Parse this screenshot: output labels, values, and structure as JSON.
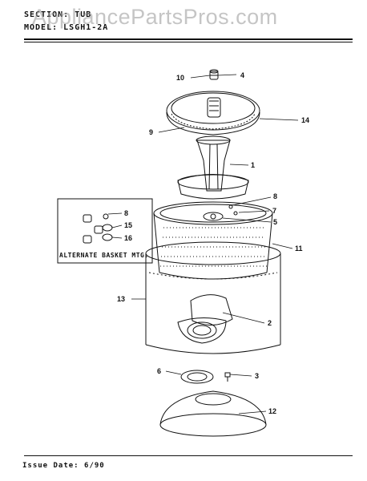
{
  "header": {
    "section_label": "SECTION:",
    "section_value": "TUB",
    "model_label": "MODEL:",
    "model_value": "LSGH1-2A",
    "watermark": "AppliancePartsPros.com"
  },
  "diagram": {
    "callouts": [
      "1",
      "2",
      "3",
      "4",
      "5",
      "6",
      "7",
      "8",
      "9",
      "10",
      "11",
      "12",
      "13",
      "14",
      "15",
      "16"
    ],
    "inset": {
      "label": "ALTERNATE BASKET MTG.",
      "callouts": [
        "8",
        "15",
        "16"
      ]
    }
  },
  "footer": {
    "issue_label": "Issue Date:",
    "issue_value": "6/90"
  },
  "colors": {
    "ink": "#111111",
    "watermark": "#969696"
  }
}
